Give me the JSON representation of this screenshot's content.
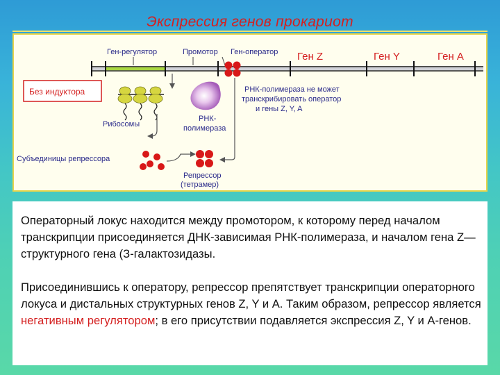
{
  "slide_title": "Экспрессия генов прокариот",
  "diagram": {
    "label_regulator": "Ген-регулятор",
    "label_promoter": "Промотор",
    "label_operator": "Ген-оператор",
    "label_gene_z": "Ген Z",
    "label_gene_y": "Ген Y",
    "label_gene_a": "Ген A",
    "label_no_inducer": "Без индуктора",
    "label_ribosomes": "Рибосомы",
    "label_rnap_line1": "РНК-",
    "label_rnap_line2": "полимераза",
    "label_cannot_line1": "РНК-полимераза не может",
    "label_cannot_line2": "транскрибировать оператор",
    "label_cannot_line3": "и гены Z, Y, A",
    "label_subunits": "Субъединицы репрессора",
    "label_repressor_line1": "Репрессор",
    "label_repressor_line2": "(тетрамер)"
  },
  "text": {
    "para1": "Операторный локус находится между промотором, к которому перед началом транскрипции присоединяется ДНК-зависимая РНК-полимераза, и началом гена Z— структурного гена (З-галактозидазы.",
    "para2_before": "Присоединившись к оператору, репрессор препятствует транскрипции операторного локуса и дистальных структурных генов Z, Y и А. Таким образом, репрессор является ",
    "para2_highlight": "негативным регулятором",
    "para2_after": "; в его присутствии подавляется экспрессия Z, Y и A-генов."
  },
  "colors": {
    "title_red": "#d42020",
    "regulator_green": "#a8d640",
    "ribosome_yellow": "#d6d640",
    "repressor_red": "#d81818"
  }
}
